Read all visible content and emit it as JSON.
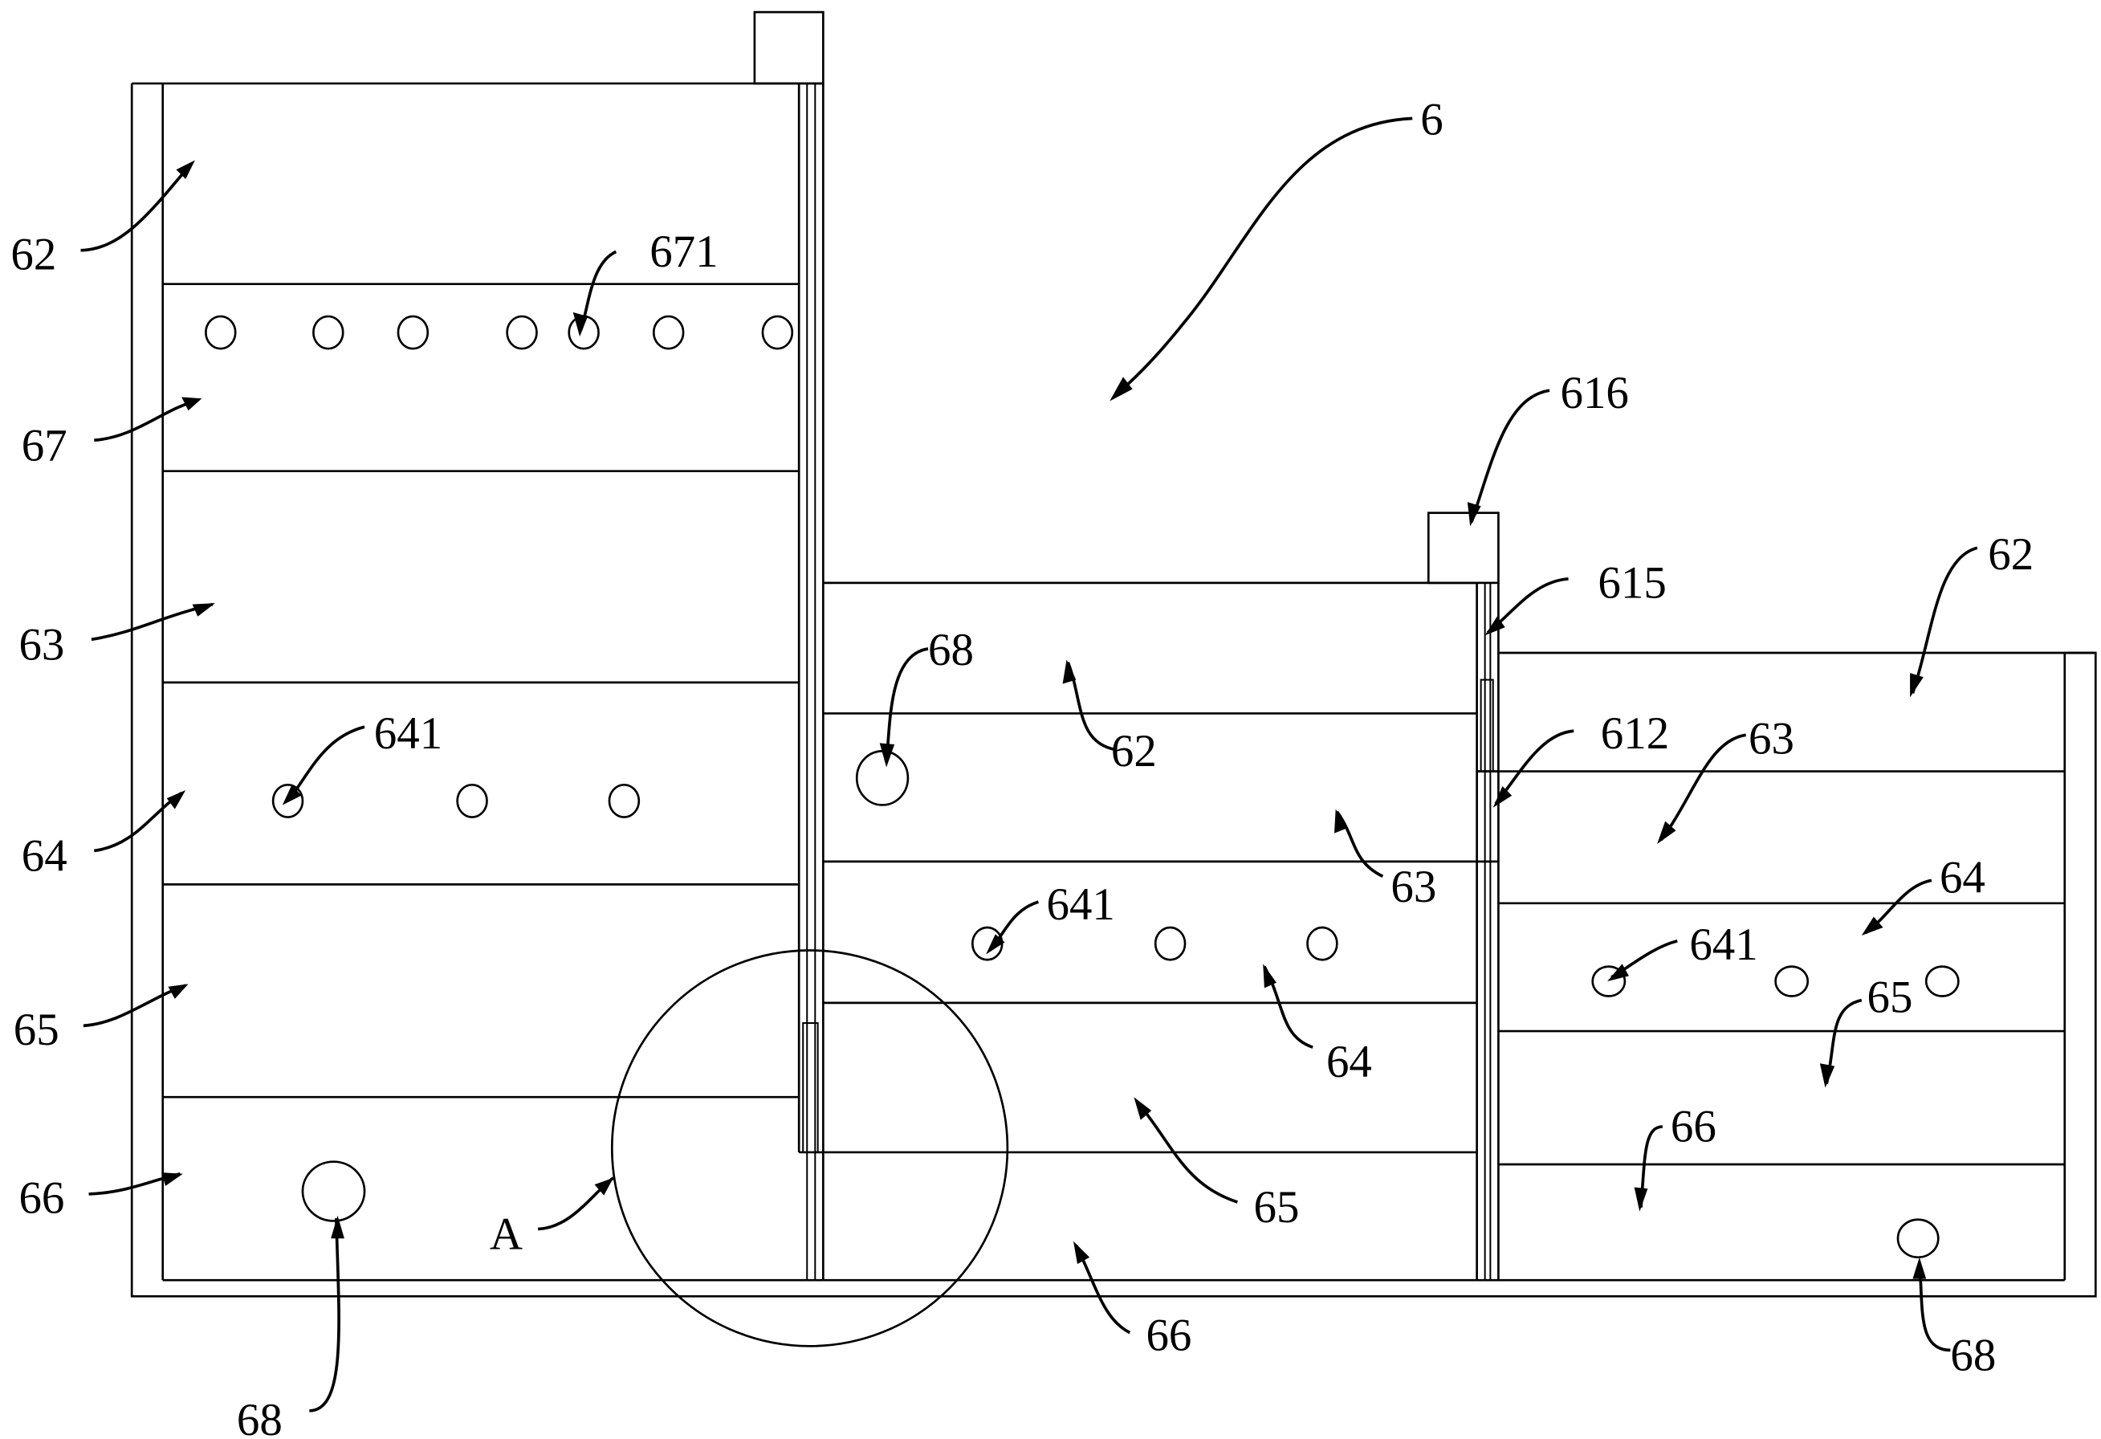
{
  "figure": {
    "type": "patent-technical-drawing",
    "assembly_label": "6",
    "detail_callout": "A",
    "reference_numerals": {
      "left_tank": {
        "top_chamber": "62",
        "spray_layer": "67",
        "spray_holes": "671",
        "layer_63": "63",
        "layer_64": "64",
        "holes_641": "641",
        "layer_65": "65",
        "bottom_chamber": "66",
        "outlet": "68"
      },
      "middle_tank": {
        "outlet": "68",
        "top_chamber": "62",
        "layer_63": "63",
        "holes_641": "641",
        "layer_64": "64",
        "layer_65": "65",
        "bottom_chamber": "66"
      },
      "right_tank": {
        "cap": "616",
        "guide": "615",
        "gate": "612",
        "top_chamber": "62",
        "layer_63": "63",
        "layer_64": "64",
        "holes_641": "641",
        "layer_65": "65",
        "bottom_chamber": "66",
        "outlet": "68"
      }
    }
  }
}
